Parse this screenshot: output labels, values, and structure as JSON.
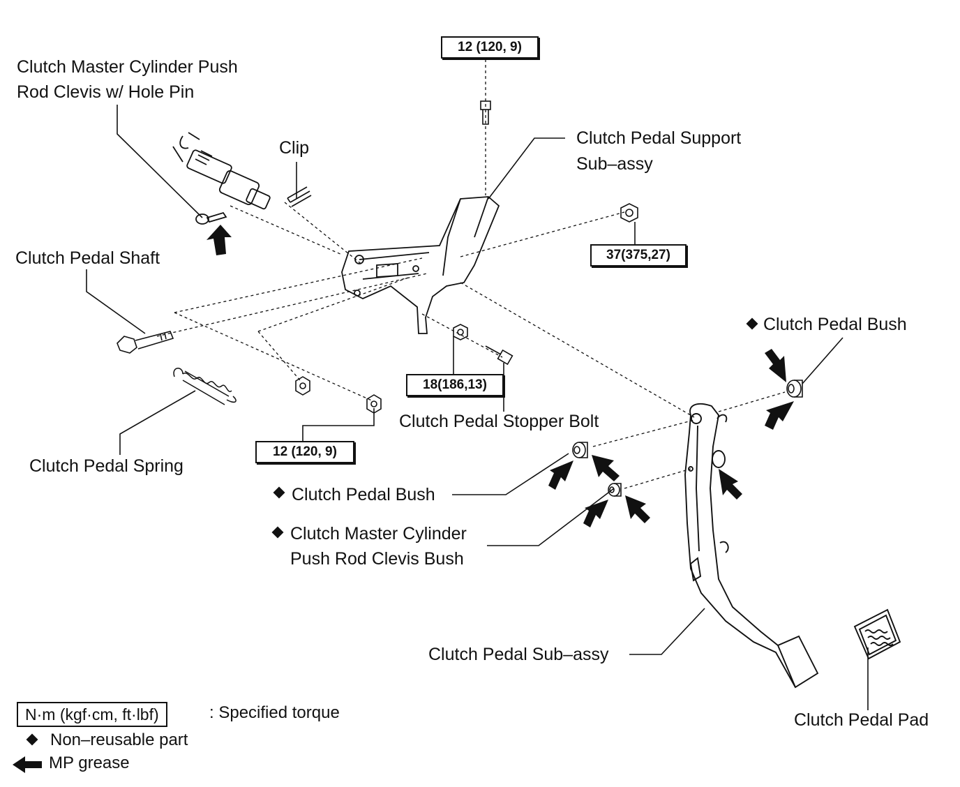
{
  "labels": {
    "push_rod_pin_line1": "Clutch Master Cylinder Push",
    "push_rod_pin_line2": "Rod Clevis w/ Hole Pin",
    "clip": "Clip",
    "support_line1": "Clutch Pedal Support",
    "support_line2": "Sub–assy",
    "shaft": "Clutch Pedal Shaft",
    "spring": "Clutch Pedal Spring",
    "stopper_bolt": "Clutch Pedal Stopper Bolt",
    "bush_right": "Clutch Pedal Bush",
    "bush_left": "Clutch Pedal Bush",
    "clevis_bush_line1": "Clutch Master Cylinder",
    "clevis_bush_line2": "Push Rod Clevis Bush",
    "pedal_subassy": "Clutch Pedal Sub–assy",
    "pedal_pad": "Clutch Pedal Pad"
  },
  "torques": {
    "top_bolt": "12 (120, 9)",
    "support_nut": "37(375,27)",
    "stopper_nut": "18(186,13)",
    "spring_nuts": "12 (120, 9)"
  },
  "legend": {
    "torque_unit": "N·m (kgf·cm, ft·lbf)",
    "torque_desc": ": Specified torque",
    "nonreusable": "Non–reusable part",
    "grease": "MP grease"
  }
}
